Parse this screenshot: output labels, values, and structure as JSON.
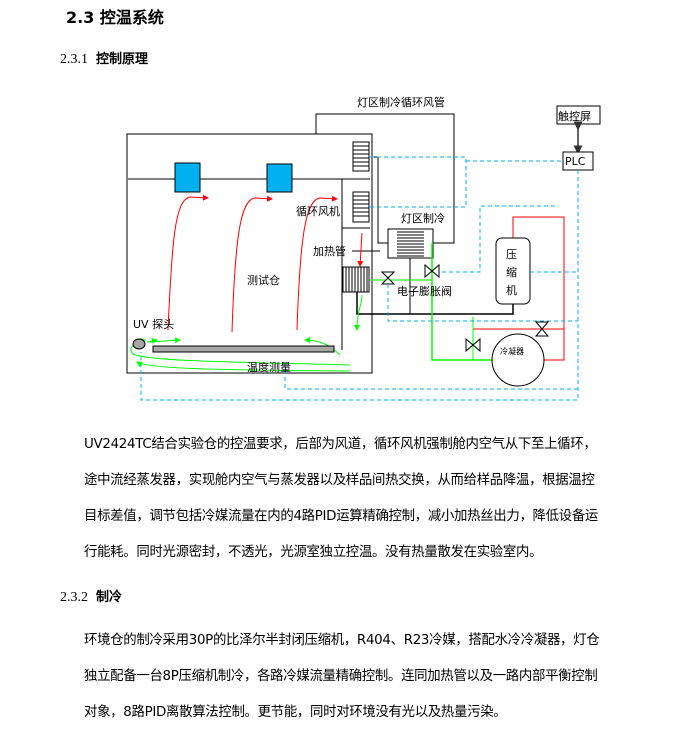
{
  "heading": "2.3 控温系统",
  "section1": {
    "number": "2.3.1",
    "title": "控制原理"
  },
  "diagram": {
    "duct_label": "灯区制冷循环风管",
    "touchscreen": "触控屏",
    "plc": "PLC",
    "fan_label": "循环风机",
    "lamp_cooling": "灯区制冷",
    "heater": "加热管",
    "chamber": "测试仓",
    "expansion_valve": "电子膨胀阀",
    "compressor": [
      "压",
      "缩",
      "机"
    ],
    "condenser": "冷凝器",
    "uv_probe": "UV 探头",
    "temp_measure": "温度测量",
    "colors": {
      "blue_fan": "#00b0f0",
      "red_flow": "#ff0000",
      "green_flow": "#00ff00",
      "signal": "#00b0f0"
    }
  },
  "paragraph1": [
    "UV2424TC结合实验仓的控温要求，后部为风道，循环风机强制舱内空气从下至上循环，",
    "途中流经蒸发器，实现舱内空气与蒸发器以及样品间热交换，从而给样品降温，根据温控",
    "目标差值，调节包括冷媒流量在内的4路PID运算精确控制，减小加热丝出力，降低设备运",
    "行能耗。同时光源密封，不透光，光源室独立控温。没有热量散发在实验室内。"
  ],
  "section2": {
    "number": "2.3.2",
    "title": "制冷"
  },
  "paragraph2": [
    "环境仓的制冷采用30P的比泽尔半封闭压缩机，R404、R23冷媒，搭配水冷冷凝器，灯仓",
    "独立配备一台8P压缩机制冷，各路冷媒流量精确控制。连同加热管以及一路内部平衡控制",
    "对象，8路PID离散算法控制。更节能，同时对环境没有光以及热量污染。"
  ]
}
